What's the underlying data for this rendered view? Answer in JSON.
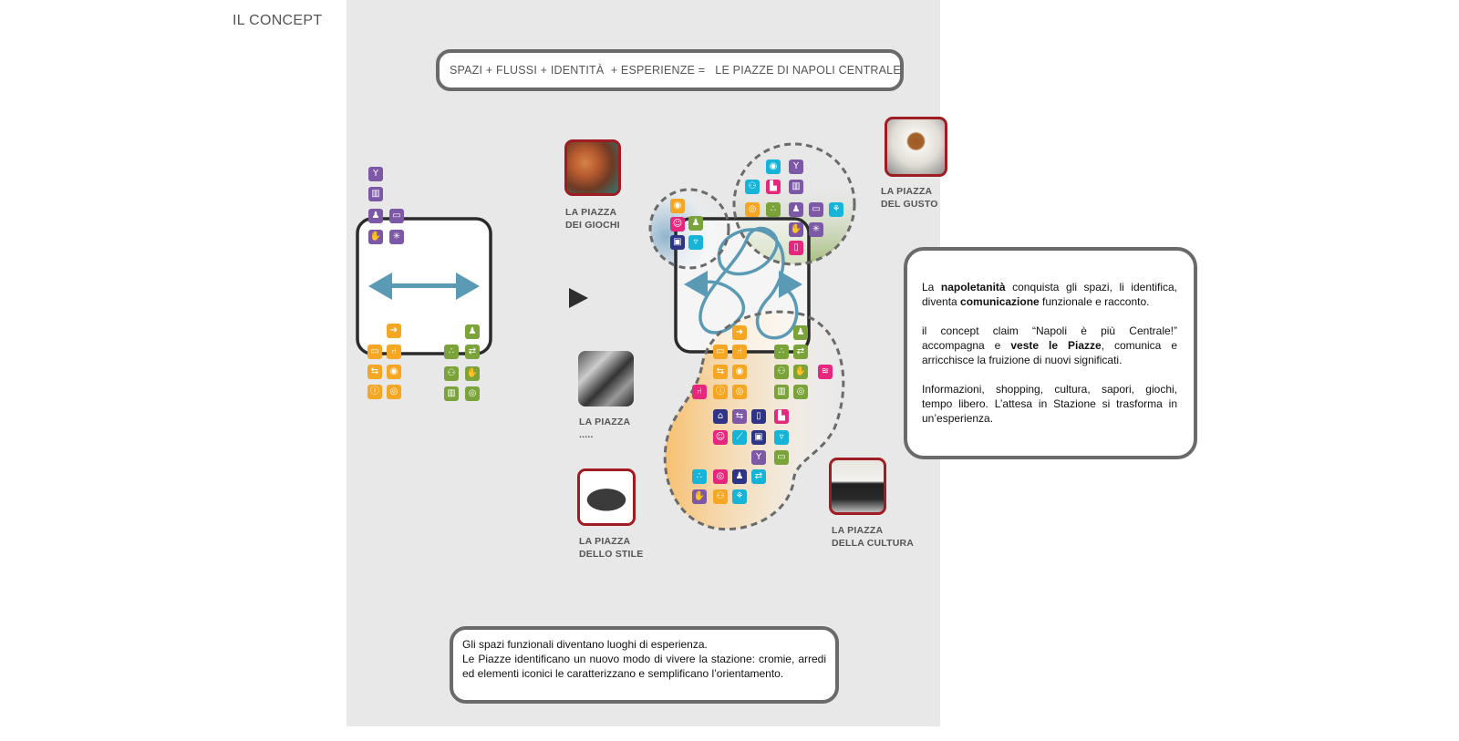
{
  "page": {
    "heading": "IL CONCEPT",
    "formula": "SPAZI + FLUSSI + IDENTITÀ  + ESPERIENZE =   LE PIAZZE DI NAPOLI CENTRALE"
  },
  "colors": {
    "panel": "#e8e8e8",
    "purple": "#7c58a6",
    "orange": "#f5a623",
    "green": "#7aa33a",
    "cyan": "#15b4d8",
    "pink": "#e5287e",
    "navy": "#2e3587",
    "flow_arrow": "#5b9ab5",
    "photo_frame": "#9e1c22"
  },
  "left_diagram": {
    "icons_top": [
      "cocktail-icon",
      "metro-icon",
      "people-icon",
      "taxi-icon",
      "hand-money-icon",
      "sparkle-icon"
    ],
    "icons_orange": [
      "running-exit-icon",
      "taxi-icon",
      "seat-icon",
      "waiting-icon",
      "location-pin-icon",
      "info-icon",
      "restaurant-icon"
    ],
    "icons_green": [
      "people-icon",
      "dots-icon",
      "swap-icon",
      "meeting-icon",
      "hand-money-icon",
      "metro-icon",
      "restaurant-icon"
    ],
    "arrow": "double-arrow-icon"
  },
  "transition_arrow": "play-triangle-icon",
  "piazze": [
    {
      "line1": "LA  PIAZZA",
      "line2": "DEI GIOCHI",
      "image": "tombola-photo"
    },
    {
      "line1": "LA PIAZZA",
      "line2": "DEL GUSTO",
      "image": "espresso-photo"
    },
    {
      "line1": "LA PIAZZA",
      "line2": ".....",
      "image": "totò-photo"
    },
    {
      "line1": "LA PIAZZA",
      "line2": "DELLO STILE",
      "image": "hat-photo"
    },
    {
      "line1": "LA PIAZZA",
      "line2": "DELLA CULTURA",
      "image": "pulcinella-mask-photo"
    }
  ],
  "concept_box": {
    "p1": [
      {
        "t": "La ",
        "b": false
      },
      {
        "t": "napoletanità",
        "b": true
      },
      {
        "t": " conquista gli spazi, li identifica, diventa ",
        "b": false
      },
      {
        "t": "comunicazione",
        "b": true
      },
      {
        "t": " funzionale e racconto.",
        "b": false
      }
    ],
    "p2": [
      {
        "t": "il concept claim “Napoli è più Centrale!” accompagna e ",
        "b": false
      },
      {
        "t": "veste le Piazze",
        "b": true
      },
      {
        "t": ", comunica e arricchisce la fruizione di nuovi significati.",
        "b": false
      }
    ],
    "p3": [
      {
        "t": "Informazioni, shopping, cultura, sapori, giochi, tempo libero. L’attesa in Stazione si trasforma in un’esperienza.",
        "b": false
      }
    ]
  },
  "bottom_box": {
    "line1": "Gli spazi funzionali diventano luoghi di esperienza.",
    "line2": "Le Piazze identificano un nuovo modo di vivere la stazione: cromie, arredi ed elementi iconici le caratterizzano e semplificano l’orientamento."
  }
}
